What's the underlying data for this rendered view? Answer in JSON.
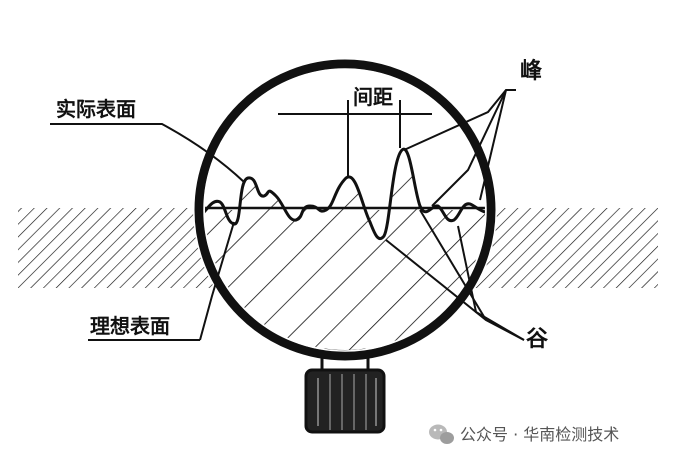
{
  "labels": {
    "actual_surface": "实际表面",
    "spacing": "间距",
    "peak": "峰",
    "ideal_surface": "理想表面",
    "valley": "谷"
  },
  "watermark": {
    "text": "公众号 · 华南检测技术",
    "icon": "wechat-icon"
  },
  "colors": {
    "ink": "#111111",
    "background": "#ffffff",
    "watermark": "#555555"
  }
}
